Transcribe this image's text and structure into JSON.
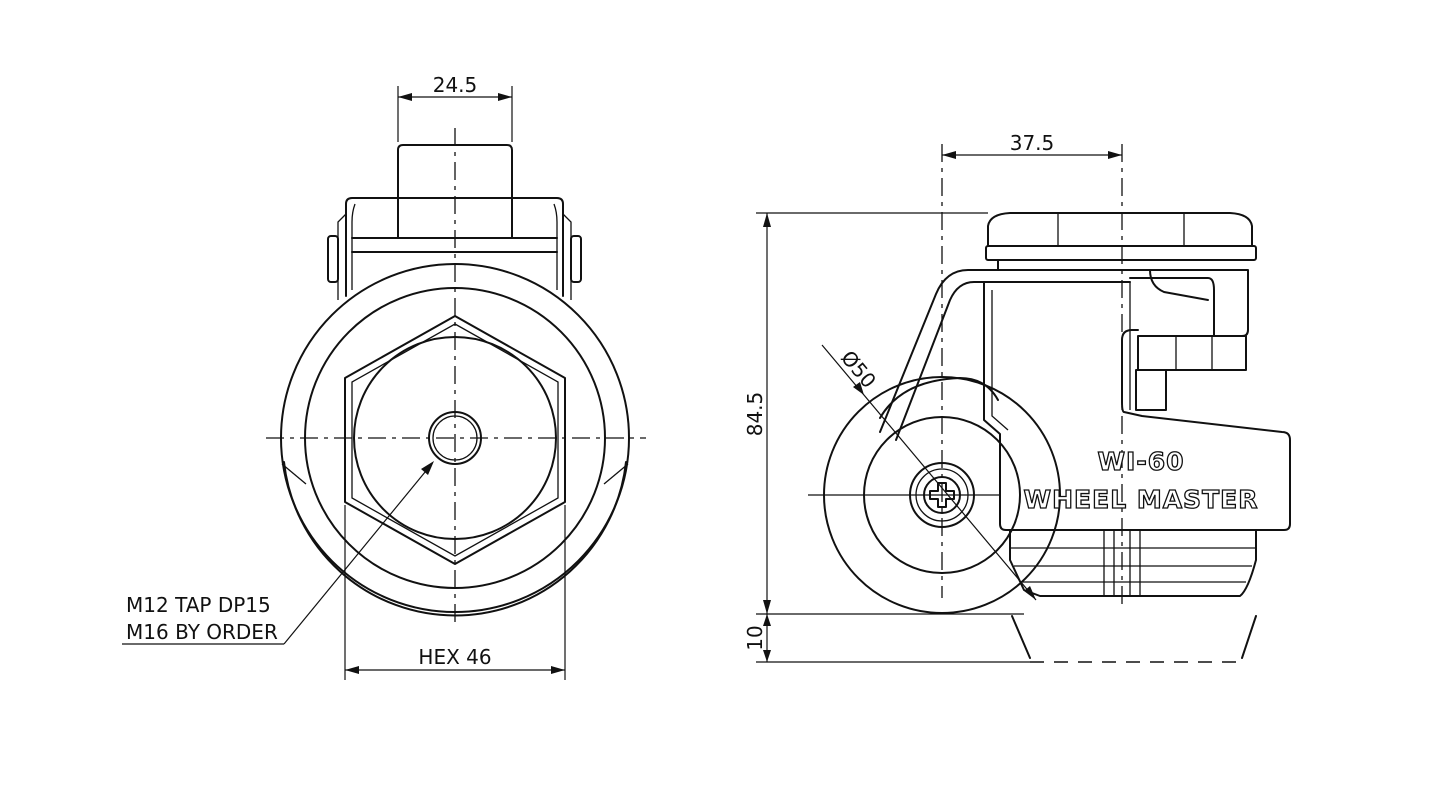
{
  "front_view": {
    "dim_top": "24.5",
    "dim_hex": "HEX 46",
    "note_line1": "M12 TAP DP15",
    "note_line2": "M16 BY ORDER"
  },
  "side_view": {
    "dim_offset": "37.5",
    "dim_height": "84.5",
    "dim_pad": "10",
    "dim_wheel": "Ø50",
    "model": "WI-60",
    "brand": "WHEEL MASTER"
  }
}
